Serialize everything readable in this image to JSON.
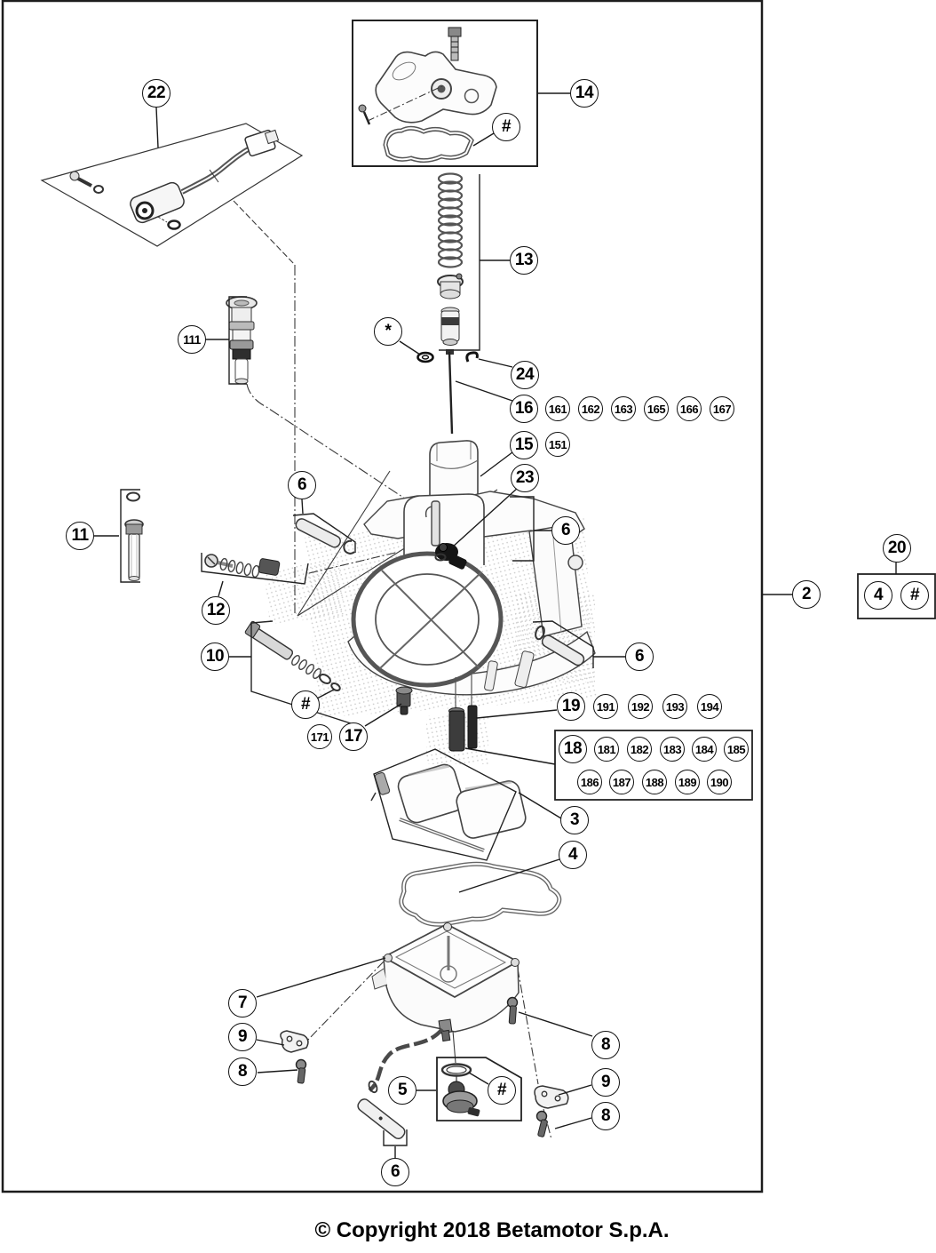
{
  "page": {
    "kind": "exploded-parts-diagram",
    "footer_copyright": "© Copyright 2018 Betamotor S.p.A.",
    "callouts": {
      "n2": "2",
      "n3": "3",
      "n4": "4",
      "n5": "5",
      "n6": "6",
      "n7": "7",
      "n8": "8",
      "n9": "9",
      "n10": "10",
      "n11": "11",
      "n12": "12",
      "n13": "13",
      "n14": "14",
      "n15": "15",
      "n16": "16",
      "n17": "17",
      "n18": "18",
      "n19": "19",
      "n20": "20",
      "n22": "22",
      "n23": "23",
      "n24": "24",
      "n111": "111",
      "n151": "151",
      "n161": "161",
      "n162": "162",
      "n163": "163",
      "n165": "165",
      "n166": "166",
      "n167": "167",
      "n171": "171",
      "n181": "181",
      "n182": "182",
      "n183": "183",
      "n184": "184",
      "n185": "185",
      "n186": "186",
      "n187": "187",
      "n188": "188",
      "n189": "189",
      "n190": "190",
      "n191": "191",
      "n192": "192",
      "n193": "193",
      "n194": "194",
      "hash": "#",
      "star": "*"
    }
  }
}
